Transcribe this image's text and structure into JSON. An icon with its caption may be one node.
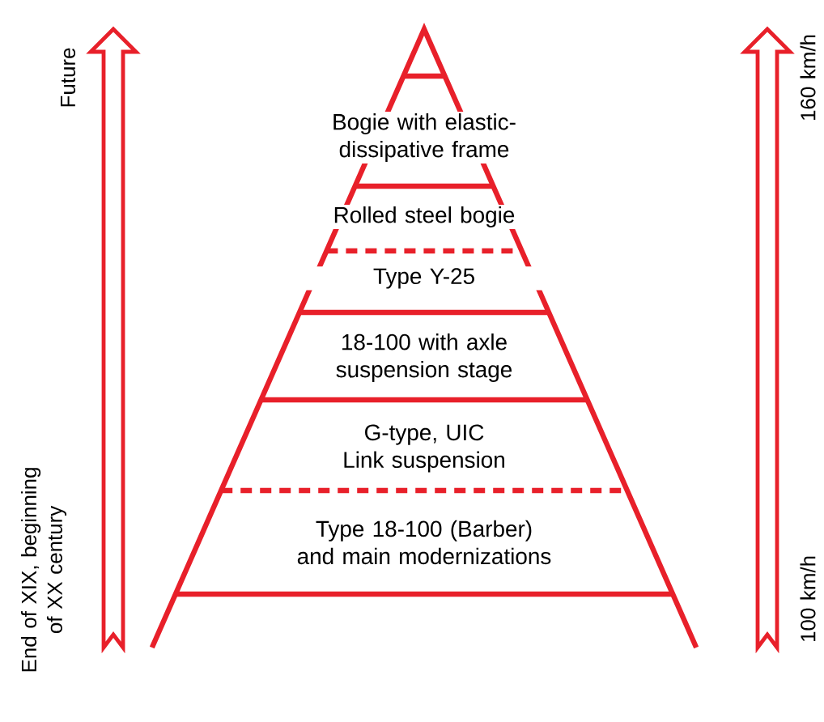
{
  "diagram": {
    "nodes": [
      {
        "text": [
          "Bogie with elastic-dissipative frame"
        ]
      },
      {
        "text": [
          "Rolled steel bogie"
        ]
      },
      {
        "text": [
          "Type Y-25"
        ]
      },
      {
        "text": [
          "18-100 with axle suspension stage"
        ]
      },
      {
        "text": [
          "G-type, UIC Link suspension"
        ]
      },
      {
        "text": [
          "Type 18-100 (Barber) and main modernizations"
        ]
      }
    ],
    "labels": [
      "Future",
      "End of XIX, beginning of XX century",
      "160 km/h",
      "100 km/h"
    ]
  }
}
